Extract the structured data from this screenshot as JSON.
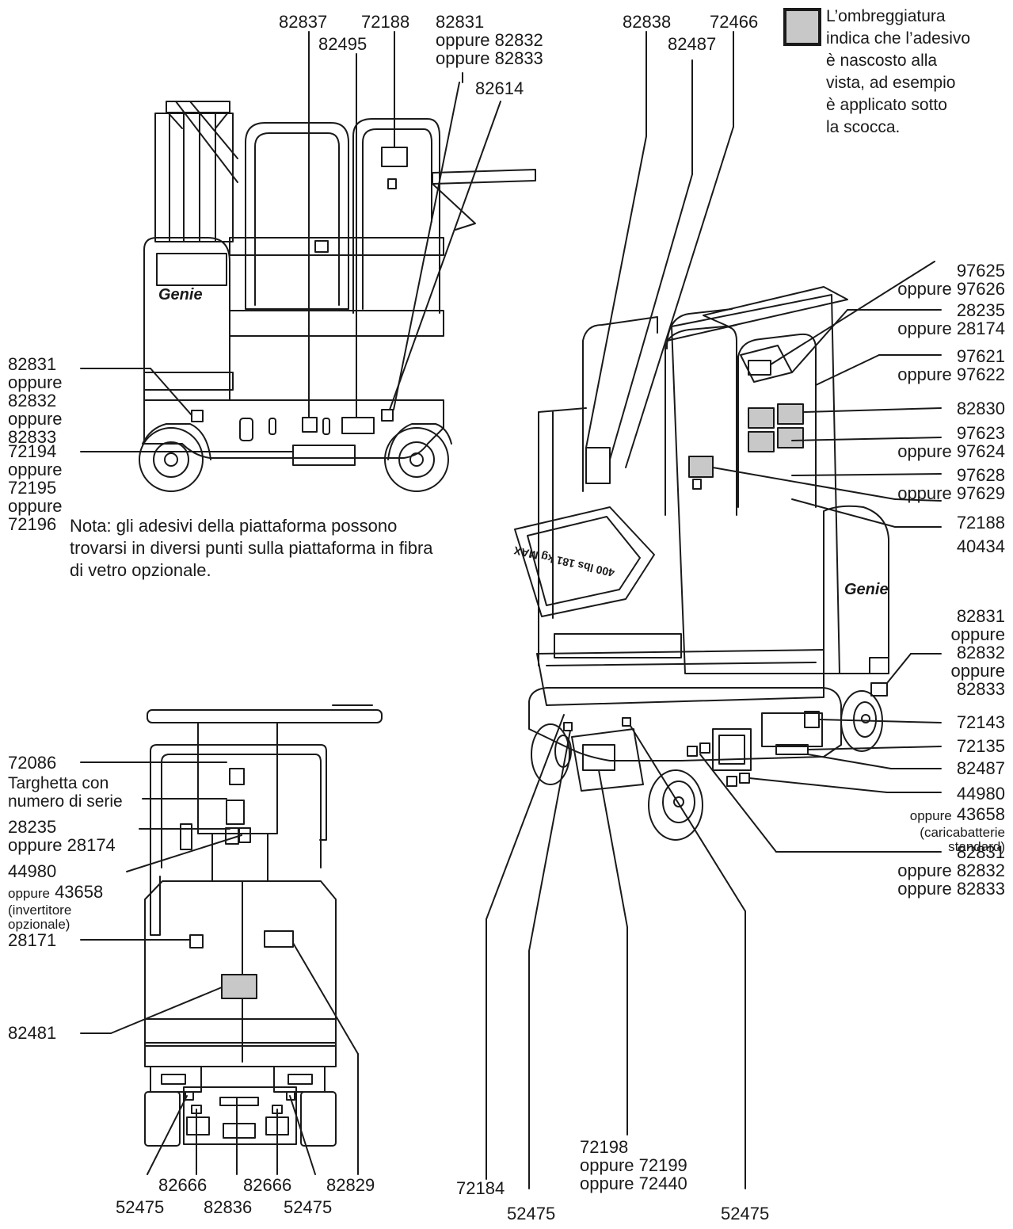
{
  "legend": {
    "lines": [
      "L’ombreggiatura",
      "indica che l’adesivo",
      "è nascosto alla",
      "vista, ad esempio",
      "è applicato sotto",
      "la scocca."
    ]
  },
  "note": {
    "lines": [
      "Nota: gli adesivi della piattaforma possono",
      "trovarsi in diversi punti sulla piattaforma in fibra",
      "di vetro opzionale."
    ]
  },
  "side_view": {
    "brand": "Genie",
    "top_labels": {
      "l82837": "82837",
      "l72188": "72188",
      "l82495": "82495",
      "l82831": [
        "82831",
        "oppure 82832",
        "oppure 82833"
      ],
      "l82614": "82614"
    },
    "left_labels": {
      "l82831": [
        "82831",
        "oppure",
        "82832",
        "oppure",
        "82833"
      ],
      "l72194": [
        "72194",
        "oppure",
        "72195",
        "oppure",
        "72196"
      ]
    }
  },
  "rear_view": {
    "left_labels": {
      "l72086": "72086",
      "targhetta": [
        "Targhetta con",
        "numero di serie"
      ],
      "l28235": [
        "28235",
        "oppure 28174"
      ],
      "l44980_a": "44980",
      "l44980_b": "oppure",
      "l44980_c": "43658",
      "l44980_d": [
        "(invertitore",
        "opzionale)"
      ],
      "l28171": "28171",
      "l82481": "82481"
    },
    "bottom_labels": {
      "l82666a": "82666",
      "l82666b": "82666",
      "l82829": "82829",
      "l52475a": "52475",
      "l82836": "82836",
      "l52475b": "52475"
    }
  },
  "iso_view": {
    "brand": "Genie",
    "top_labels": {
      "l82838": "82838",
      "l72466": "72466",
      "l82487": "82487"
    },
    "right_labels": {
      "l97625": [
        "97625",
        "oppure 97626"
      ],
      "l28235": [
        "28235",
        "oppure 28174"
      ],
      "l97621": [
        "97621",
        "oppure 97622"
      ],
      "l82830": "82830",
      "l97623": [
        "97623",
        "oppure 97624"
      ],
      "l97628": [
        "97628",
        "oppure 97629"
      ],
      "l72188": "72188",
      "l40434": "40434",
      "l82831a": [
        "82831",
        "oppure",
        "82832",
        "oppure",
        "82833"
      ],
      "l72143": "72143",
      "l72135": "72135",
      "l82487": "82487",
      "l44980": "44980",
      "l44980_b": "oppure",
      "l44980_c": "43658",
      "l44980_d": [
        "(caricabatterie",
        "standard)"
      ],
      "l82831b": [
        "82831",
        "oppure 82832",
        "oppure 82833"
      ]
    },
    "bottom_labels": {
      "l72184": "72184",
      "l52475a": "52475",
      "l72198": [
        "72198",
        "oppure 72199",
        "oppure 72440"
      ],
      "l52475b": "52475"
    }
  }
}
